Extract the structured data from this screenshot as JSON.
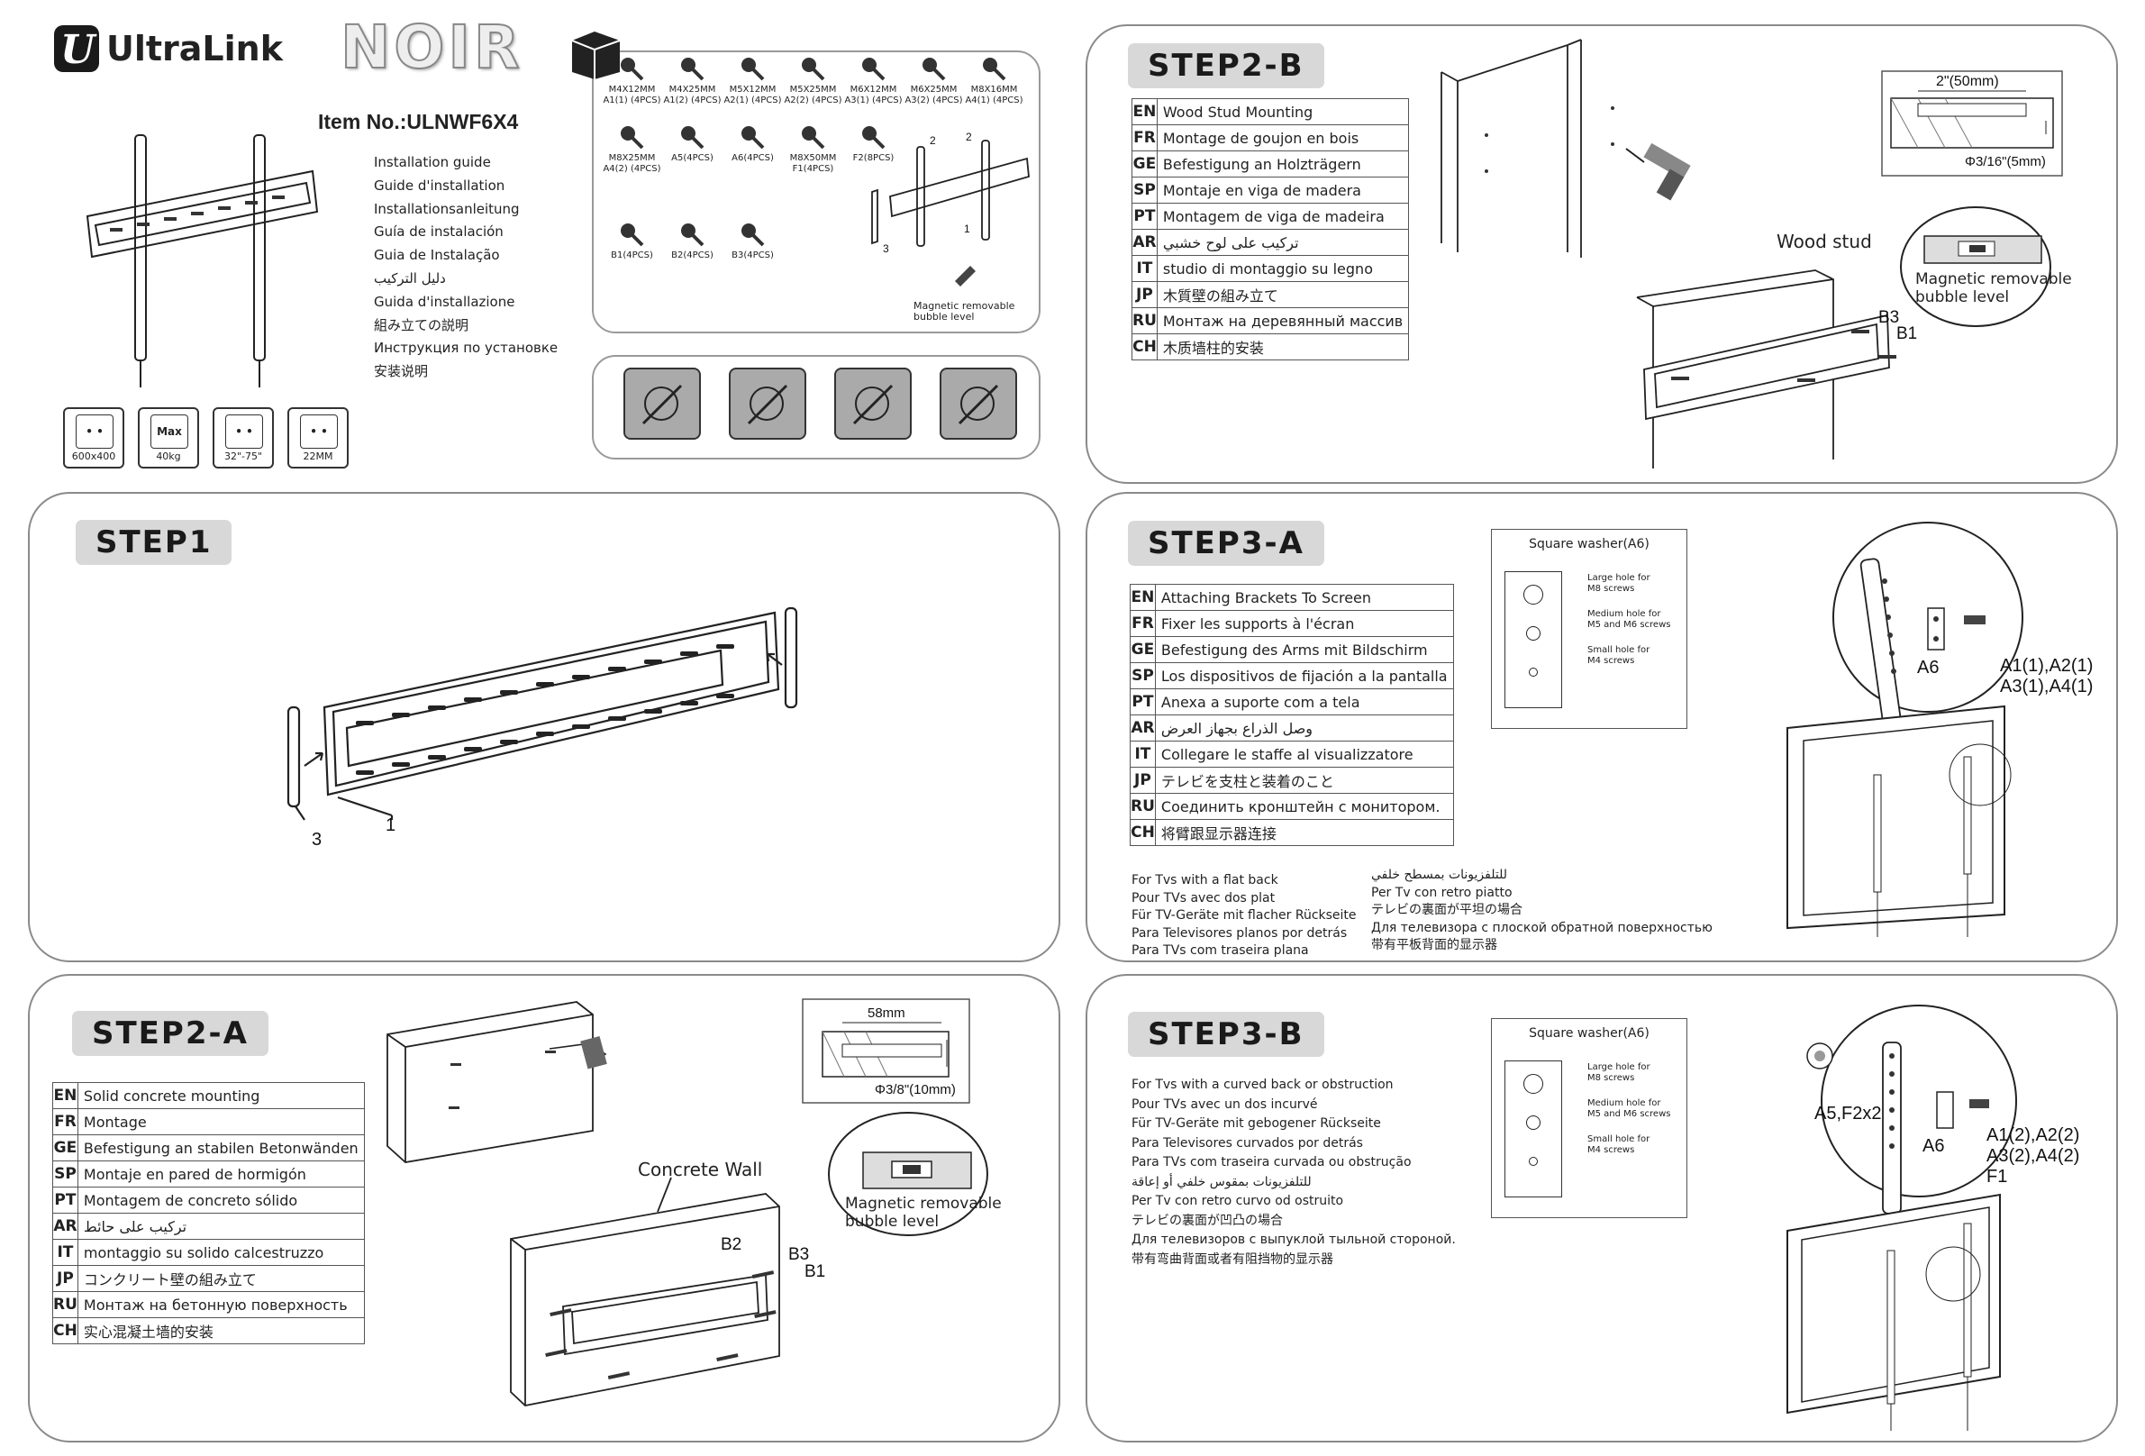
{
  "brand": {
    "name": "UltraLink",
    "series": "NOIR",
    "item_no": "Item No.:ULNWF6X4"
  },
  "guide_titles": [
    "Installation guide",
    "Guide d'installation",
    "Installationsanleitung",
    "Guía de instalación",
    "Guia de Instalação",
    "دليل التركيب",
    "Guida d'installazione",
    "組み立ての説明",
    "Инструкция по установке",
    "安装说明"
  ],
  "spec_icons": [
    {
      "icon": "vesa-grid-icon",
      "label": "600x400"
    },
    {
      "icon": "max-weight-icon",
      "label": "40kg",
      "glyph": "Max"
    },
    {
      "icon": "screen-size-icon",
      "label": "32\"-75\""
    },
    {
      "icon": "wall-distance-icon",
      "label": "22MM"
    }
  ],
  "hardware": {
    "row1": [
      {
        "size": "M4X12MM",
        "code": "A1(1) (4PCS)"
      },
      {
        "size": "M4X25MM",
        "code": "A1(2) (4PCS)"
      },
      {
        "size": "M5X12MM",
        "code": "A2(1) (4PCS)"
      },
      {
        "size": "M5X25MM",
        "code": "A2(2) (4PCS)"
      },
      {
        "size": "M6X12MM",
        "code": "A3(1) (4PCS)"
      },
      {
        "size": "M6X25MM",
        "code": "A3(2) (4PCS)"
      },
      {
        "size": "M8X16MM",
        "code": "A4(1) (4PCS)"
      }
    ],
    "row2": [
      {
        "size": "M8X25MM",
        "code": "A4(2) (4PCS)"
      },
      {
        "size": "",
        "code": "A5(4PCS)"
      },
      {
        "size": "",
        "code": "A6(4PCS)"
      },
      {
        "size": "M8X50MM",
        "code": "F1(4PCS)"
      },
      {
        "size": "",
        "code": "F2(8PCS)"
      }
    ],
    "row3": [
      {
        "code": "B1(4PCS)"
      },
      {
        "code": "B2(4PCS)"
      },
      {
        "code": "B3(4PCS)"
      }
    ],
    "bracket_labels": {
      "arm": "2",
      "plate": "1",
      "side": "3"
    },
    "bubble_note": [
      "Magnetic removable",
      "bubble level"
    ]
  },
  "tools": [
    "pencil-mark-icon",
    "screwdriver-icon",
    "drill-icon",
    "tape-measure-icon"
  ],
  "step1": {
    "title": "STEP1",
    "label_plate": "1",
    "label_arm": "3"
  },
  "step2a": {
    "title": "STEP2-A",
    "rows": [
      {
        "code": "EN",
        "text": "Solid  concrete  mounting"
      },
      {
        "code": "FR",
        "text": "Montage"
      },
      {
        "code": "GE",
        "text": "Befestigung an stabilen Betonwänden"
      },
      {
        "code": "SP",
        "text": "Montaje en pared de hormigón"
      },
      {
        "code": "PT",
        "text": "Montagem de concreto sólido"
      },
      {
        "code": "AR",
        "text": "تركيب على حائط"
      },
      {
        "code": "IT",
        "text": "montaggio su solido calcestruzzo"
      },
      {
        "code": "JP",
        "text": "コンクリート壁の組み立て"
      },
      {
        "code": "RU",
        "text": "Монтаж на бетонную поверхность"
      },
      {
        "code": "CH",
        "text": "实心混凝土墙的安装"
      }
    ],
    "drill_depth": "58mm",
    "drill_dia": "Φ3/8\"(10mm)",
    "wall_label": "Concrete Wall",
    "b2": "B2",
    "b3": "B3",
    "b1": "B1",
    "bubble": [
      "Magnetic removable",
      "bubble level"
    ]
  },
  "step2b": {
    "title": "STEP2-B",
    "rows": [
      {
        "code": "EN",
        "text": "Wood Stud Mounting"
      },
      {
        "code": "FR",
        "text": "Montage de goujon en bois"
      },
      {
        "code": "GE",
        "text": "Befestigung an Holzträgern"
      },
      {
        "code": "SP",
        "text": "Montaje en viga de madera"
      },
      {
        "code": "PT",
        "text": "Montagem de viga de madeira"
      },
      {
        "code": "AR",
        "text": "تركيب على لوح خشبي"
      },
      {
        "code": "IT",
        "text": "studio di montaggio su legno"
      },
      {
        "code": "JP",
        "text": "木質壁の組み立て"
      },
      {
        "code": "RU",
        "text": "Монтаж на деревянный массив"
      },
      {
        "code": "CH",
        "text": "木质墙柱的安装"
      }
    ],
    "stud_width": "2\"(50mm)",
    "drill_dia": "Φ3/16\"(5mm)",
    "stud_label": "Wood stud",
    "b3": "B3",
    "b1": "B1",
    "bubble": [
      "Magnetic removable",
      "bubble level"
    ]
  },
  "step3a": {
    "title": "STEP3-A",
    "rows": [
      {
        "code": "EN",
        "text": "Attaching Brackets To Screen"
      },
      {
        "code": "FR",
        "text": "Fixer les supports à l'écran"
      },
      {
        "code": "GE",
        "text": "Befestigung des Arms mit Bildschirm"
      },
      {
        "code": "SP",
        "text": "Los dispositivos de fijación a la pantalla"
      },
      {
        "code": "PT",
        "text": "Anexa a suporte com a tela"
      },
      {
        "code": "AR",
        "text": "وصل الذراع بجهاز العرض"
      },
      {
        "code": "IT",
        "text": "Collegare le staffe al visualizzatore"
      },
      {
        "code": "JP",
        "text": "テレビを支柱と装着のこと"
      },
      {
        "code": "RU",
        "text": "Соединить кронштейн с монитором."
      },
      {
        "code": "CH",
        "text": "将臂跟显示器连接"
      }
    ],
    "notes_left": [
      "For Tvs  with  a  flat back",
      "Pour TVs avec dos plat",
      "Für TV-Geräte mit flacher Rückseite",
      "Para Televisores planos por detrás",
      "Para TVs com traseira plana"
    ],
    "notes_right": [
      "للتلفزيونات بمسطح خلفي",
      "Per Tv con retro piatto",
      "テレビの裏面が平坦の場合",
      "Для телевизора с плоской  обратной поверхностью",
      "带有平板背面的显示器"
    ],
    "washer_title": "Square washer(A6)",
    "holes": [
      [
        "Large hole for",
        "M8 screws"
      ],
      [
        "Medium hole for",
        "M5 and M6 screws"
      ],
      [
        "Small hole for",
        "M4 screws"
      ]
    ],
    "a6": "A6",
    "screws": [
      "A1(1),A2(1)",
      "A3(1),A4(1)"
    ]
  },
  "step3b": {
    "title": "STEP3-B",
    "notes": [
      "For Tvs  with  a  curved back  or  obstruction",
      "Pour TVs avec un dos incurvé",
      "Für TV-Geräte mit gebogener Rückseite",
      "Para Televisores curvados por detrás",
      "Para TVs com traseira curvada ou obstrução",
      "للتلفزيونات بمقوس خلفي أو إعاقة",
      "Per Tv con retro curvo od ostruito",
      "テレビの裏面が凹凸の場合",
      "Для телевизоров с выпуклой тыльной стороной.",
      "带有弯曲背面或者有阻挡物的显示器"
    ],
    "washer_title": "Square washer(A6)",
    "holes": [
      [
        "Large hole for",
        "M8 screws"
      ],
      [
        "Medium hole for",
        "M5 and M6 screws"
      ],
      [
        "Small hole for",
        "M4 screws"
      ]
    ],
    "spacer": "A5,F2x2",
    "a6": "A6",
    "screws": [
      "A1(2),A2(2)",
      "A3(2),A4(2)",
      "F1"
    ]
  }
}
